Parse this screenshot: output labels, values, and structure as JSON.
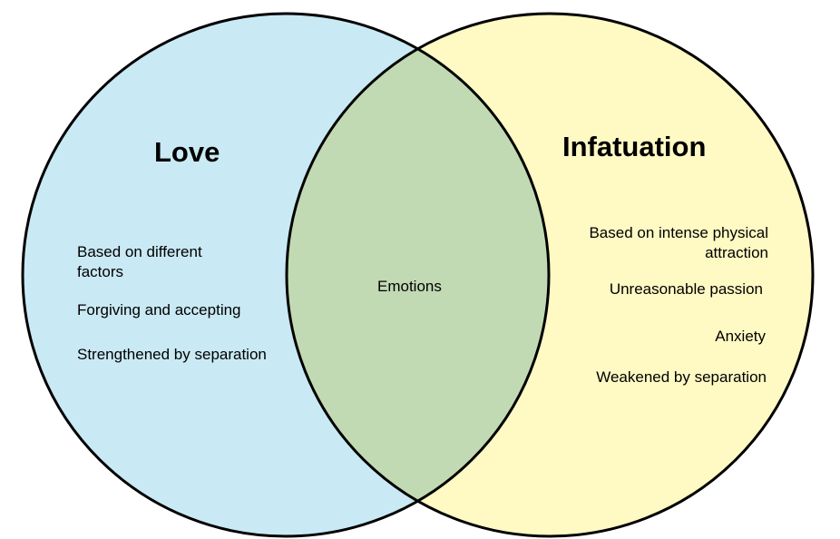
{
  "colors": {
    "left": "#c9e9f4",
    "right": "#fff9c3",
    "overlap": "#c2dab3",
    "stroke": "#000000"
  },
  "left": {
    "title": "Love",
    "items": [
      "Based on different",
      "factors",
      "Forgiving and accepting",
      "Strengthened by separation"
    ]
  },
  "right": {
    "title": "Infatuation",
    "items": [
      "Based on intense physical",
      "attraction",
      "Unreasonable passion",
      "Anxiety",
      "Weakened by separation"
    ]
  },
  "overlap": {
    "items": [
      "Emotions"
    ]
  }
}
